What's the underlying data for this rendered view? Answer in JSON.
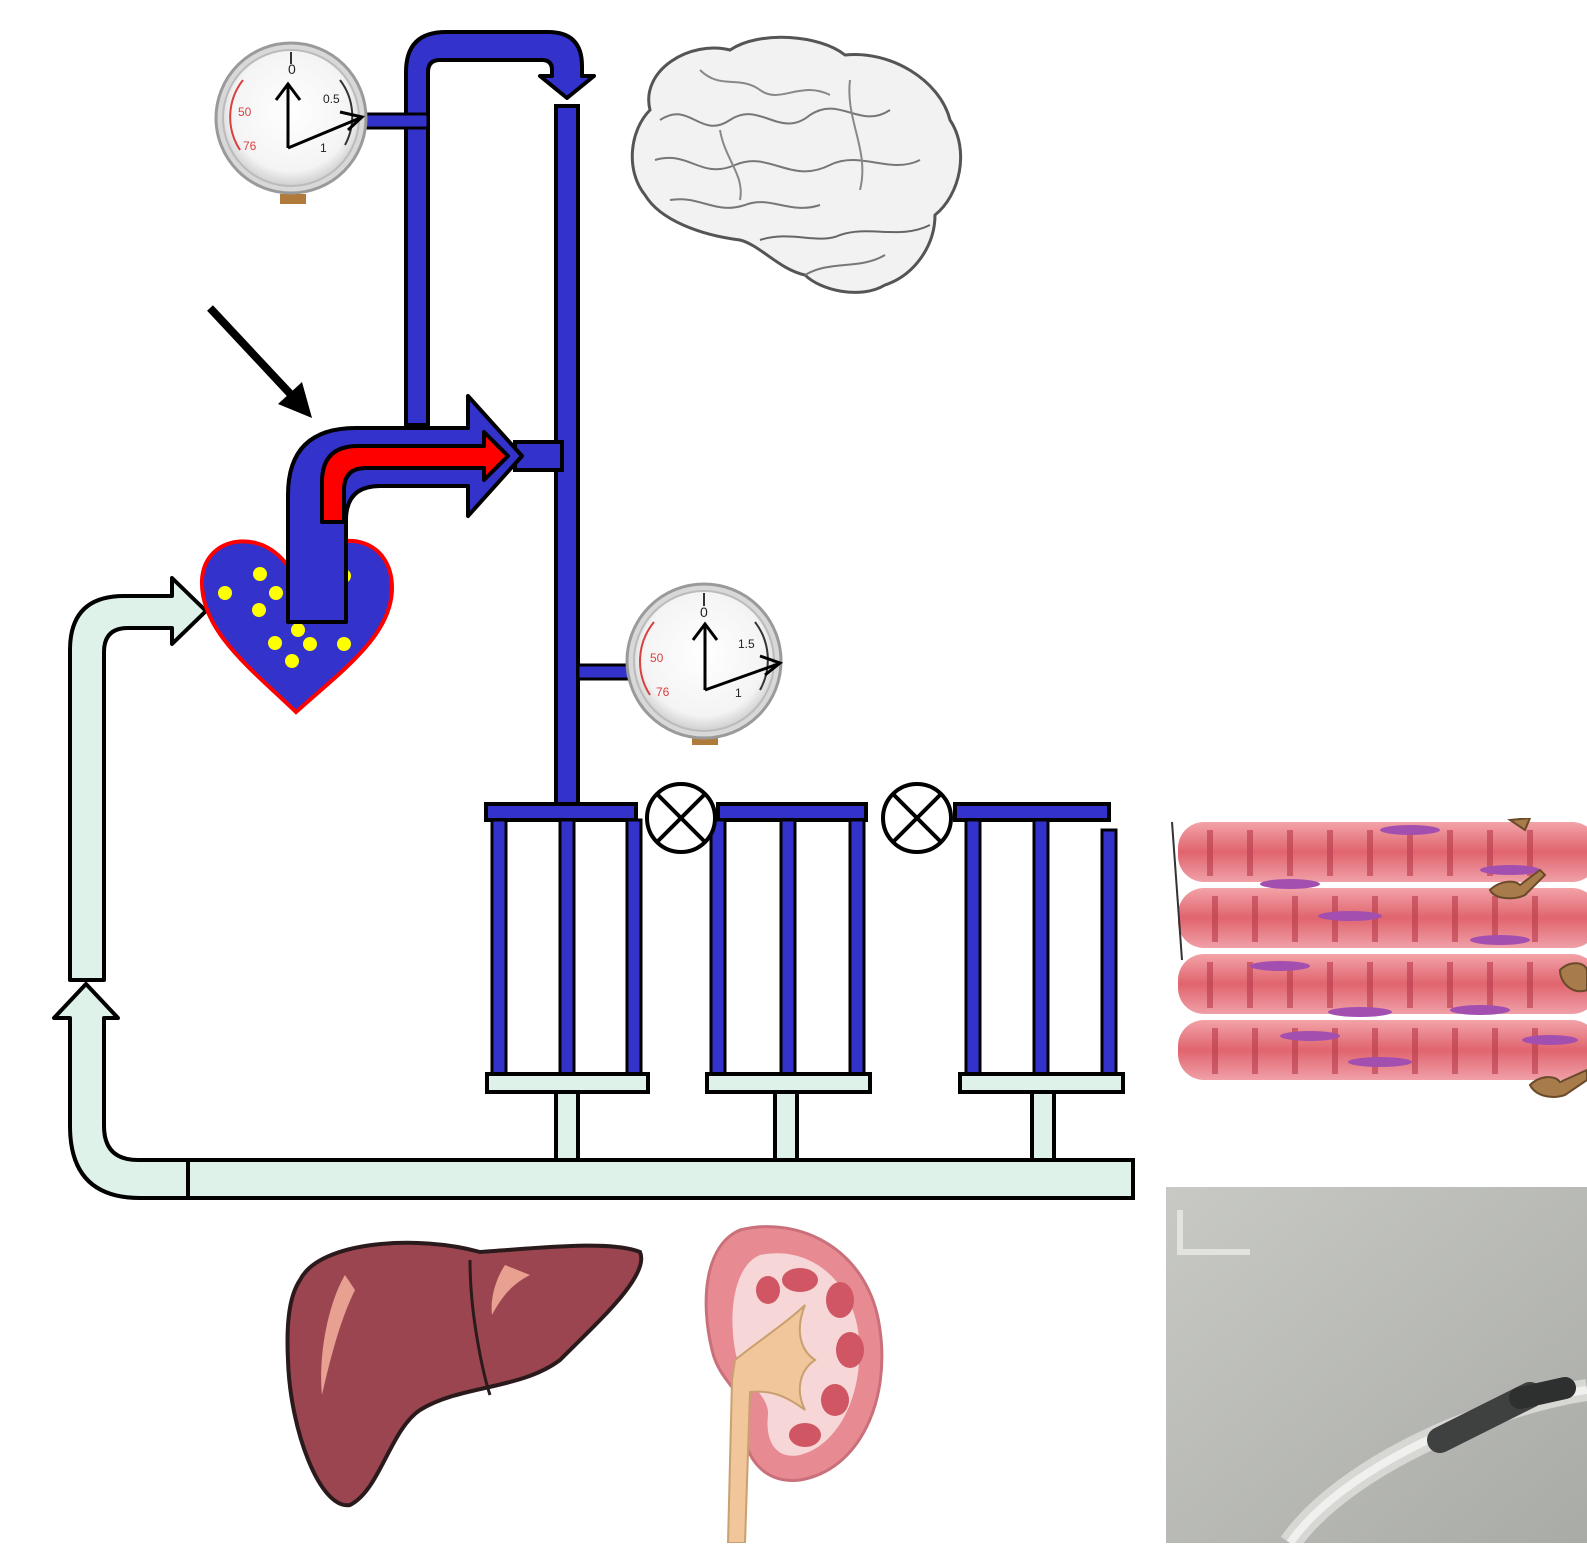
{
  "gauges": {
    "upper": {
      "labels": {
        "zero": "0",
        "half": "0.5",
        "one": "1",
        "fifty": "50",
        "seventy_six": "76"
      }
    },
    "lower": {
      "labels": {
        "zero": "0",
        "one_five": "1.5",
        "one": "1",
        "fifty": "50",
        "seventy_six": "76"
      }
    }
  },
  "colors": {
    "pipe_blue": "#3333cc",
    "return_pale": "#dff2ea",
    "aortic_red": "#ff0000",
    "heart_dot": "#ffff00",
    "outline": "#000000",
    "gauge_red": "#d94040"
  },
  "icons": [
    "brain-illustration",
    "liver-illustration",
    "kidney-illustration",
    "muscle-tissue-illustration",
    "catheter-photo",
    "valve-closed-icon",
    "pointer-arrow-icon"
  ]
}
